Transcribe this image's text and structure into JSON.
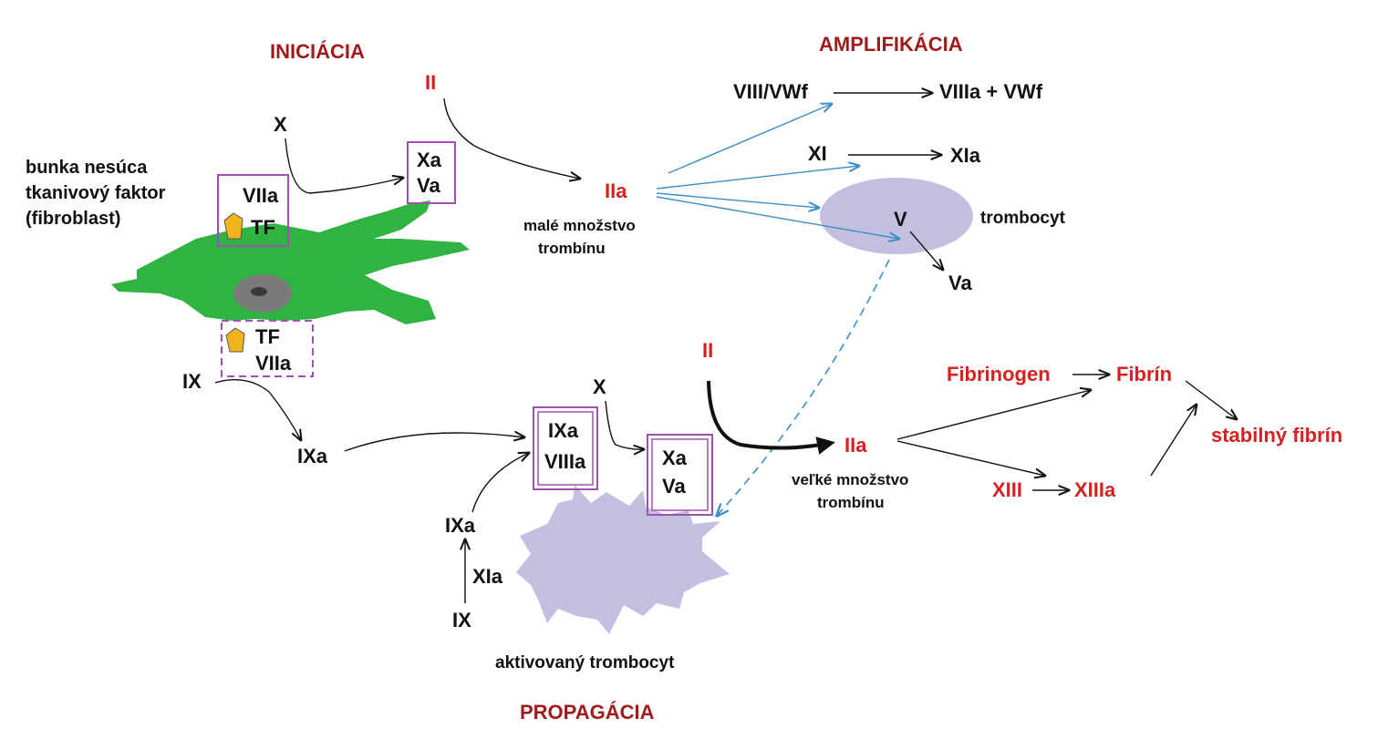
{
  "phases": {
    "initiation": "INICIÁCIA",
    "amplification": "AMPLIFIKÁCIA",
    "propagation": "PROPAGÁCIA"
  },
  "initiation": {
    "cell_label": [
      "bunka nesúca",
      "tkanivový faktor",
      "(fibroblast)"
    ],
    "factor_ii": "II",
    "factor_x": "X",
    "complex_top": [
      "VIIa",
      "TF"
    ],
    "complex_xa_va": [
      "Xa",
      "Va"
    ],
    "thrombin": "IIa",
    "thrombin_note": [
      "malé množstvo",
      "trombínu"
    ],
    "complex_bottom": [
      "TF",
      "VIIa"
    ],
    "factor_ix": "IX",
    "factor_ixa": "IXa"
  },
  "amplification": {
    "viii_vwf": "VIII/VWf",
    "viiia_vwf": "VIIIa + VWf",
    "xi": "XI",
    "xia": "XIa",
    "v": "V",
    "va": "Va",
    "platelet": "trombocyt"
  },
  "propagation": {
    "factor_x": "X",
    "tenase": [
      "IXa",
      "VIIIa"
    ],
    "prothrombinase": [
      "Xa",
      "Va"
    ],
    "factor_ii": "II",
    "thrombin": "IIa",
    "thrombin_note": [
      "veľké množstvo",
      "trombínu"
    ],
    "ixa": "IXa",
    "xia": "XIa",
    "ix": "IX",
    "activated_platelet": "aktivovaný trombocyt",
    "fibrinogen": "Fibrinogen",
    "fibrin": "Fibrín",
    "stable_fibrin": "stabilný fibrín",
    "xiii": "XIII",
    "xiiia": "XIIIa"
  },
  "colors": {
    "phase": "#a01c1c",
    "red_label": "#d92020",
    "fibroblast": "#2fb342",
    "platelet": "#c3bfe0",
    "box": "#a050b0",
    "tf": "#f2b41c",
    "blue_arrow": "#3a8fc8"
  }
}
